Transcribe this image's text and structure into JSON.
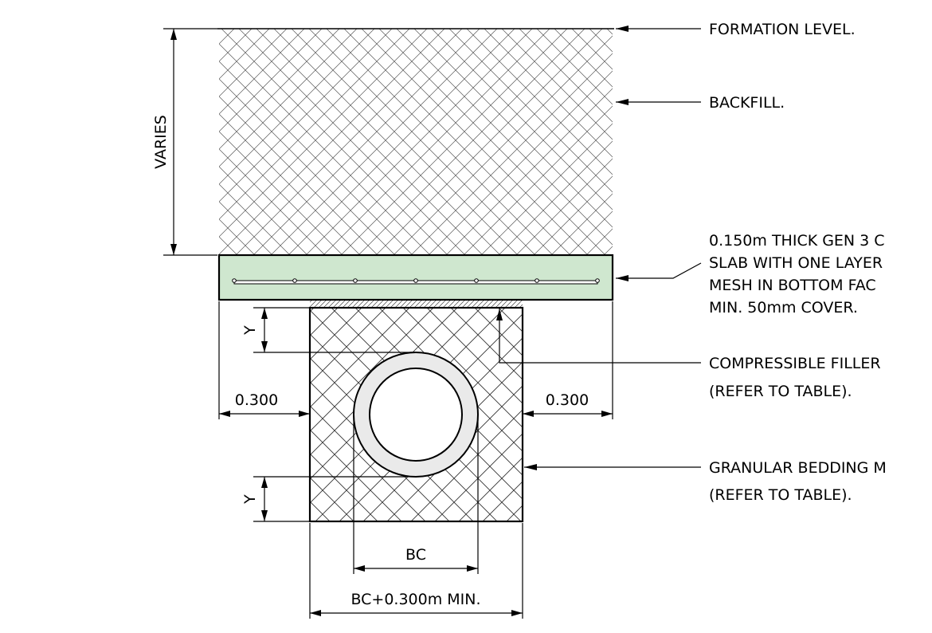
{
  "labels": {
    "formation_level": "FORMATION LEVEL.",
    "backfill": "BACKFILL.",
    "slab_line1": "0.150m THICK GEN 3 C",
    "slab_line2": "SLAB WITH ONE LAYER",
    "slab_line3": "MESH IN BOTTOM FAC",
    "slab_line4": "MIN. 50mm COVER.",
    "filler_line1": "COMPRESSIBLE FILLER",
    "filler_line2": "(REFER TO TABLE).",
    "bedding_line1": "GRANULAR BEDDING M",
    "bedding_line2": "(REFER TO TABLE)."
  },
  "dimensions": {
    "varies": "VARIES",
    "y_top": "Y",
    "y_bottom": "Y",
    "left_offset": "0.300",
    "right_offset": "0.300",
    "pipe_width": "BC",
    "trench_width": "BC+0.300m MIN."
  },
  "colors": {
    "slab_fill": "#cfe7cf",
    "pipe_wall": "#eaeaea",
    "line": "#000000",
    "hatch": "#555555"
  }
}
